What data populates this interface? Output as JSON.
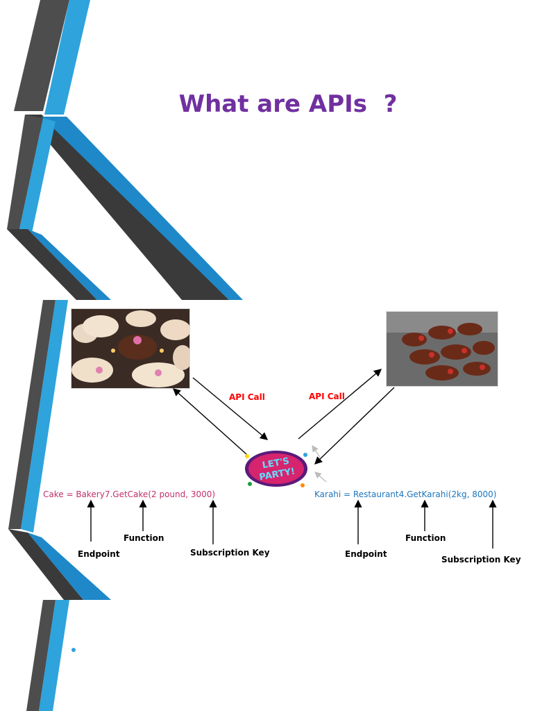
{
  "slide1": {
    "title": "What are APIs  ?"
  },
  "slide2": {
    "api_call_left": "API Call",
    "api_call_right": "API Call",
    "party_text": "LET'S PARTY!",
    "cake_code": "Cake = Bakery7.GetCake(2 pound, 3000)",
    "karahi_code": "Karahi = Restaurant4.GetKarahi(2kg, 8000)",
    "left_labels": {
      "function": "Function",
      "endpoint": "Endpoint",
      "subscription_key": "Subscription Key"
    },
    "right_labels": {
      "function": "Function",
      "endpoint": "Endpoint",
      "subscription_key": "Subscription Key"
    }
  },
  "colors": {
    "title": "#7030a0",
    "red_label": "#ff0000",
    "cake_code": "#c0306a",
    "karahi_code": "#1c75bc",
    "blue_band": "#2ea3dc",
    "gray_band": "#4d4d4d"
  }
}
